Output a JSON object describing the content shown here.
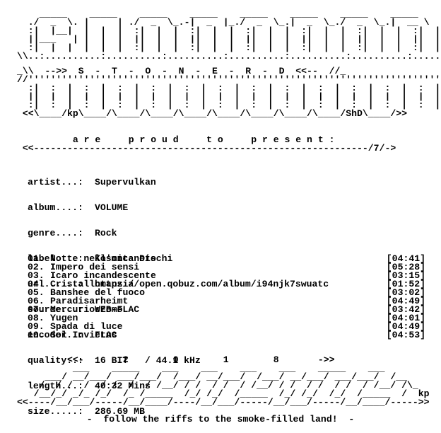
{
  "banner": {
    "top_art": "    _____    _____    _____    _____    _____    _____    _____    _____\n  ./  _  \\. |     | ./  _  \\_.-|  _  |_./  _  \\_.|  _  \\_./  _  \\_.|  __ \\\n  :|  |__|  |  |  |  :|  |  |  :|  |  |  :|  |  |  :|  |  |  :|  |  |  :|  |  |\n  ||___   | |  |  |  ||  |  |  ||  |  |  ||  |  |  ||  |  |  ||  |  |  ||  |  |\n  :|  |  |  |  |  |  :|  |  |  :|  |  |  :|  |  |  :|  |  |  :|  |  |  :|  |  |\n\\\\..:..........:..........:..........:..........:..........:..........:.......//",
    "stoned_line": "_\\\\  -->>  S  -  T  -  O  -  N  -  E  -  R  -  D  <<--  //_",
    "bottom_art": "//''''''''''''''''''''''''''''''''''''''''''''''''''''''''''''''''''''''''''''\\\\\n  :|  :  |  :  |  :  |  :  |  :  |  :  |  :  |  :  |  :  |  :  |  :  |  :  |\n  ||  |  |  |  |  |  |  |  |  |  |  |  |  |  |  |  |  |  |  |  |  |  |  |  |\n  :|  :  |  :  |  :  |  :  |  :  |  :  |  :  |  :  |  :  |  :  |  :  |  :  |\n <<\\____/kp\\____/\\____/\\____/\\____/\\____/\\____/\\____/\\____/ShD\\____/>>"
  },
  "presents": {
    "text": "          a r e     p r o u d     t o     p r e s e n t :",
    "separator": " <<------------------------------------------------------------/7/->"
  },
  "info": [
    {
      "key": "artist...:",
      "value": "Supervulkan"
    },
    {
      "key": "album....:",
      "value": "VOLUME"
    },
    {
      "key": "genre....:",
      "value": "Rock"
    },
    {
      "key": "label....:",
      "value": "Kosmica Dischi"
    },
    {
      "key": "url......:",
      "value": "https://open.qobuz.com/album/i94njk7swuatc"
    },
    {
      "key": "source...:",
      "value": "WEB-FLAC"
    },
    {
      "key": "encoder..:",
      "value": "FLAC"
    },
    {
      "key": "quality..:",
      "value": "16 BIT   / 44.1 kHz"
    },
    {
      "key": "length...:",
      "value": "40:32 Mins"
    },
    {
      "key": "size.....:",
      "value": "286.69 MB"
    }
  ],
  "tracks": [
    {
      "num": "01.",
      "title": "Notte nell'ontaneto",
      "duration": "[04:41]"
    },
    {
      "num": "02.",
      "title": "Impero dei sensi",
      "duration": "[05:28]"
    },
    {
      "num": "03.",
      "title": "Icaro incandescente",
      "duration": "[03:15]"
    },
    {
      "num": "04.",
      "title": "Cristallomanzia",
      "duration": "[01:52]"
    },
    {
      "num": "05.",
      "title": "Banshee del fuoco",
      "duration": "[03:02]"
    },
    {
      "num": "06.",
      "title": "Paradisarheimt",
      "duration": "[04:49]"
    },
    {
      "num": "07.",
      "title": "Mercuriocromo",
      "duration": "[03:42]"
    },
    {
      "num": "08.",
      "title": "Yugen",
      "duration": "[04:01]"
    },
    {
      "num": "09.",
      "title": "Spada di luce",
      "duration": "[04:49]"
    },
    {
      "num": "10.",
      "title": "Sol Invictus",
      "duration": "[04:53]"
    }
  ],
  "footer": {
    "year_line": "         <<-       2        0        1        8       ->>",
    "art": "          ___    _____    ___    ___    ___    ___    _____    ___\n     ___/ __/___/ ___/___/  /___/ __/___/  /___/ __/___/ ___/___/  /__\n    /  / /  /  / /  /  / /__/ / /  / /  / /__/ / /  / /  / /  / /__/ /\\_\n   /__/_/ _/_ /_/  /_ /_____  /_/ /_/  /_____  /_/ /_/  /_/  /_____  /  kp\n<<----/__/___/-----/__/____/----/__/___/-----/__/___/-----/__/____/----->>",
    "tagline": "-  follow the riffs to the smoke-filled land!  -"
  }
}
